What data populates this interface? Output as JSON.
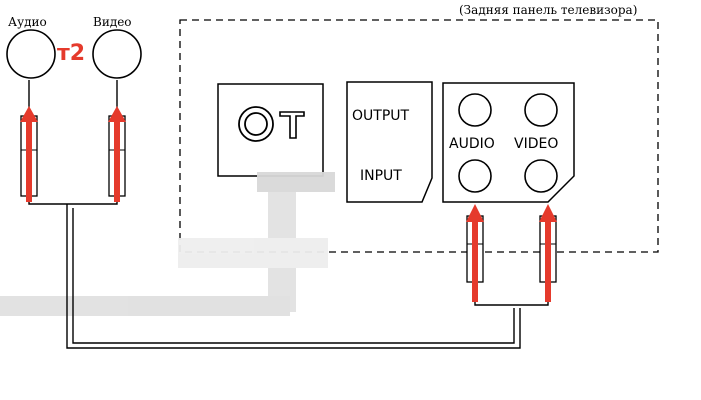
{
  "tv_panel_title": "(Задняя панель телевизора)",
  "source": {
    "audio_label": "Аудио",
    "video_label": "Видео",
    "device_tag": "т2"
  },
  "tv": {
    "output_label": "OUTPUT",
    "input_label": "INPUT",
    "audio_label": "AUDIO",
    "video_label": "VIDEO"
  },
  "colors": {
    "arrow": "#e53a2c",
    "tag": "#e53a2c",
    "line": "#000000",
    "blur": "#dcdcdc"
  }
}
